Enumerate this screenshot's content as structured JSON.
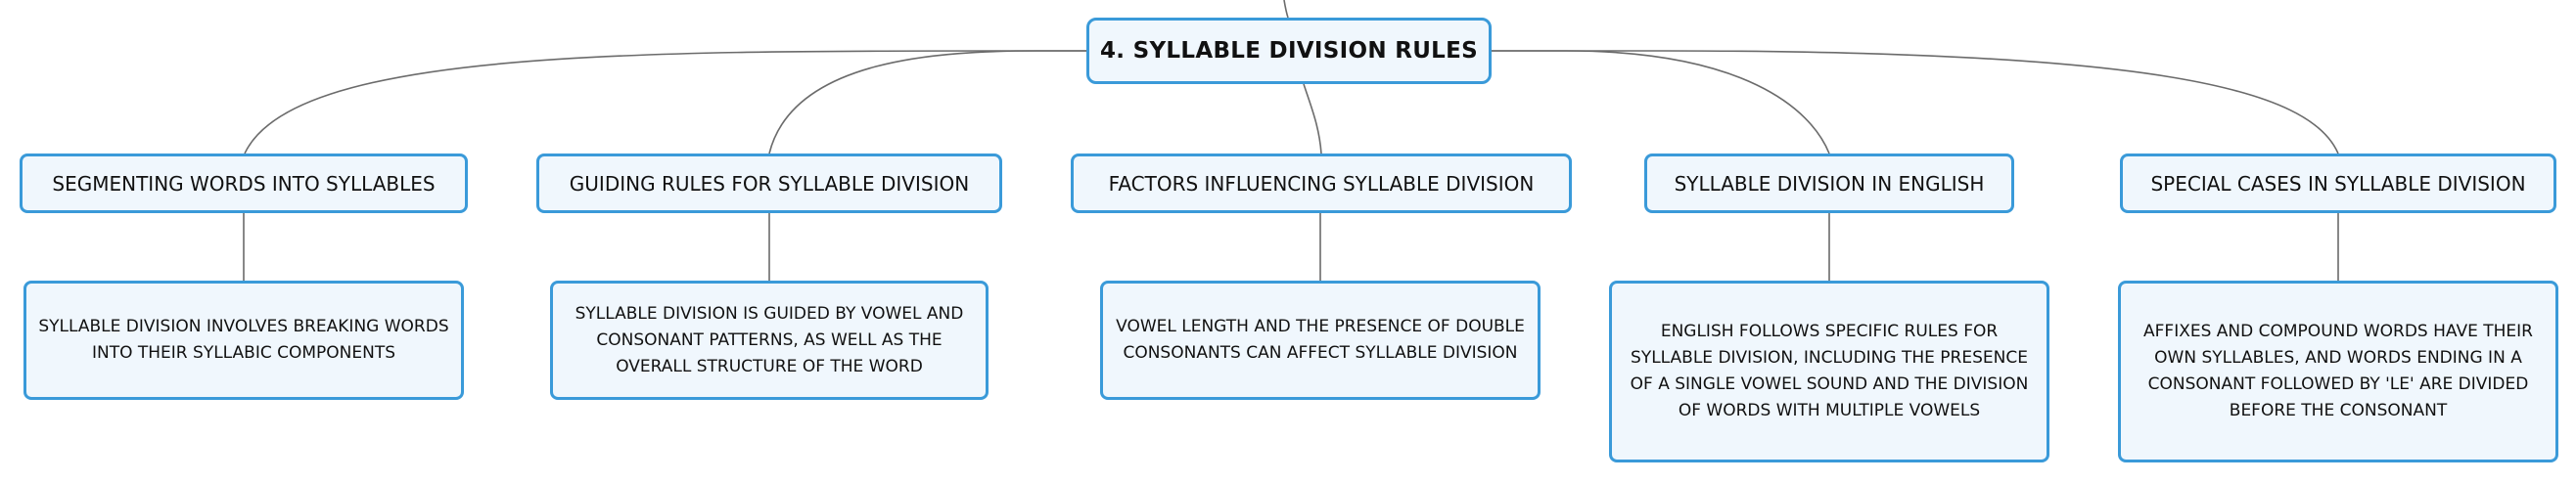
{
  "root": {
    "label": "4. SYLLABLE DIVISION RULES"
  },
  "topics": [
    {
      "label": "SEGMENTING WORDS INTO SYLLABLES",
      "detail": "SYLLABLE DIVISION INVOLVES BREAKING WORDS INTO THEIR SYLLABIC COMPONENTS"
    },
    {
      "label": "GUIDING RULES FOR SYLLABLE DIVISION",
      "detail": "SYLLABLE DIVISION IS GUIDED BY VOWEL AND CONSONANT PATTERNS, AS WELL AS THE OVERALL STRUCTURE OF THE WORD"
    },
    {
      "label": "FACTORS INFLUENCING SYLLABLE DIVISION",
      "detail": "VOWEL LENGTH AND THE PRESENCE OF DOUBLE CONSONANTS CAN AFFECT SYLLABLE DIVISION"
    },
    {
      "label": "SYLLABLE DIVISION IN ENGLISH",
      "detail": "ENGLISH FOLLOWS SPECIFIC RULES FOR SYLLABLE DIVISION, INCLUDING THE PRESENCE OF A SINGLE VOWEL SOUND AND THE DIVISION OF WORDS WITH MULTIPLE VOWELS"
    },
    {
      "label": "SPECIAL CASES IN SYLLABLE DIVISION",
      "detail": "AFFIXES AND COMPOUND WORDS HAVE THEIR OWN SYLLABLES, AND WORDS ENDING IN A CONSONANT FOLLOWED BY 'LE' ARE DIVIDED BEFORE THE CONSONANT"
    }
  ],
  "colors": {
    "border": "#3a9ad9",
    "fill": "#f0f7fd",
    "connector": "#6b6b6b"
  }
}
